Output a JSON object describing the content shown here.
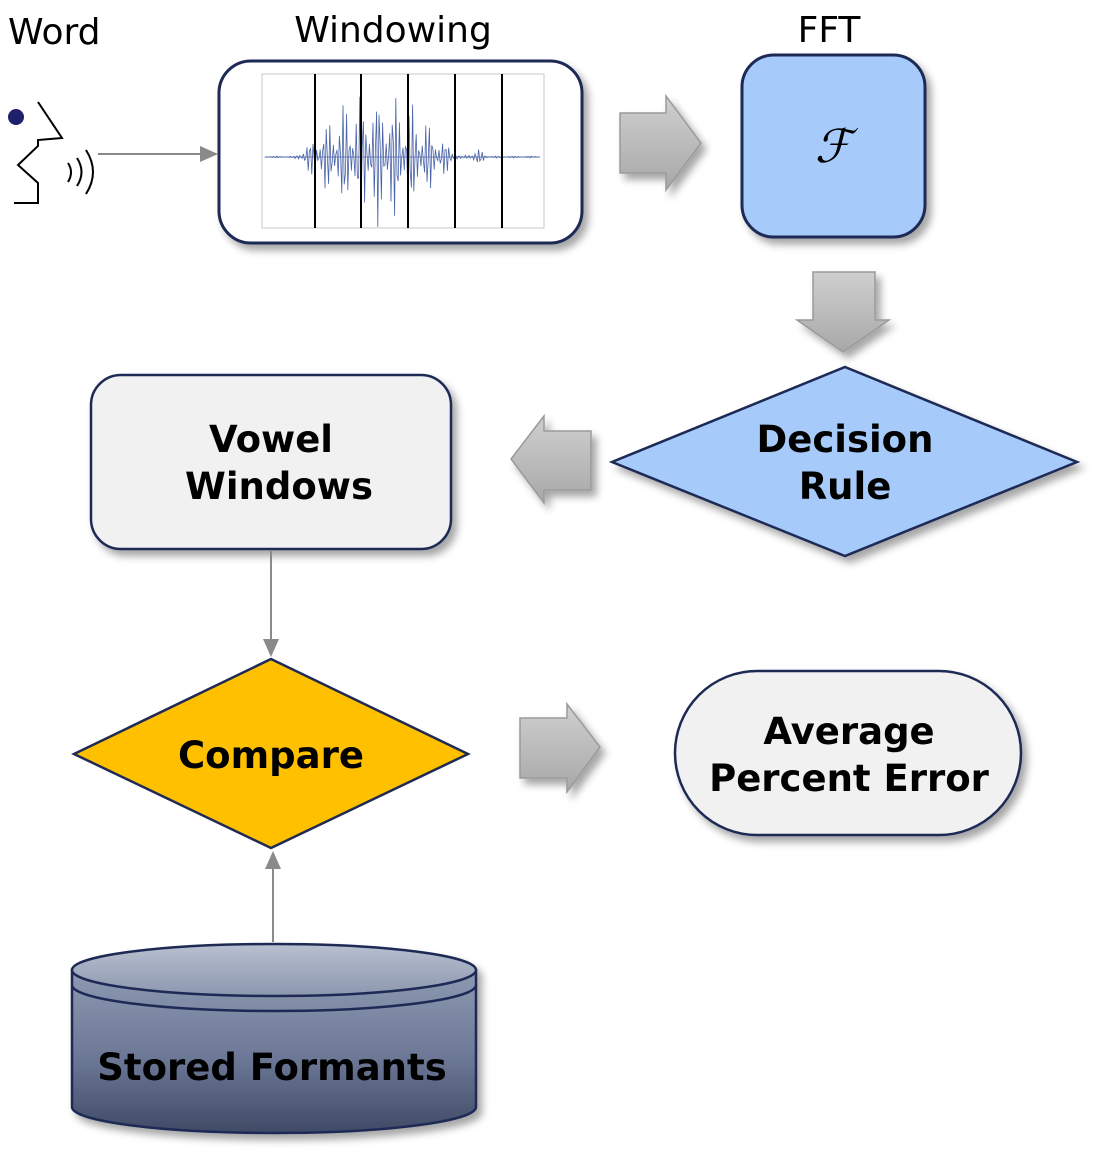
{
  "titles": {
    "word": "Word",
    "windowing": "Windowing",
    "fft": "FFT"
  },
  "fft_box": {
    "symbol": "ℱ"
  },
  "decision": {
    "line1": "Decision",
    "line2": "Rule"
  },
  "vowel": {
    "line1": "Vowel",
    "line2": "Windows"
  },
  "compare": {
    "label": "Compare"
  },
  "result": {
    "line1": "Average",
    "line2": "Percent Error"
  },
  "database": {
    "label": "Stored Formants"
  },
  "colors": {
    "fft_fill": "#a6cbfb",
    "decision_fill": "#a6cbfb",
    "compare_fill": "#ffc000",
    "box_fill": "#f1f1f1",
    "outline": "#1f2a55",
    "arrow_fill": "#bfbfbf",
    "cylinder_top": "#a5aec1",
    "cylinder_body": "#5d6883",
    "waveform": "#4a64a8"
  },
  "icons": {
    "speaker": "speaking-head-icon"
  }
}
